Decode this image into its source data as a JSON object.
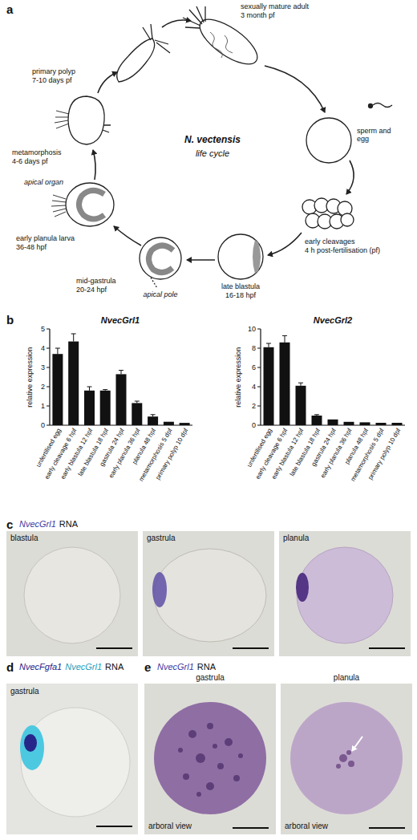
{
  "diagram": {
    "labels": [
      "a",
      "sexually mature adult",
      "3 month pf",
      "sperm and egg",
      "early cleavages",
      "4 h post-fertilisation (pf)",
      "late blastula",
      "16-18 hpf",
      "apical pole",
      "mid-gastrula",
      "20-24 hpf",
      "early planula larva",
      "36-48 hpf",
      "apical organ",
      "metamorphosis",
      "4-6 days pf",
      "primary polyp",
      "7-10 days pf",
      "N. vectensis",
      "life cycle",
      "b",
      "NvecGrl1",
      "relative expression",
      "0",
      "1",
      "2",
      "3",
      "4",
      "5",
      "unfertilised egg",
      "early cleavage 6 hpf",
      "early blastula 12 hpf",
      "late blastula 18 hpf",
      "gastrula 24 hpf",
      "early planula 36 hpf",
      "planula 48 hpf",
      "metamorphosis 5 dpf",
      "primary polyp 10 dpf",
      "NvecGrl2",
      "relative expression",
      "0",
      "2",
      "4",
      "6",
      "8",
      "10",
      "unfertilised egg",
      "early cleavage 6 hpf",
      "early blastula 12 hpf",
      "late blastula 18 hpf",
      "gastrula 24 hpf",
      "early planula 36 hpf",
      "planula 48 hpf",
      "metamorphosis 5 dpf",
      "primary polyp 10 dpf",
      "c",
      "NvecGrl1",
      "RNA",
      "blastula",
      "gastrula",
      "planula",
      "d",
      "NvecFgfa1",
      "NvecGrl1",
      "RNA",
      "gastrula",
      "e",
      "NvecGrl1",
      "RNA",
      "gastrula",
      "planula",
      "arboral view",
      "arboral view"
    ]
  }
}
